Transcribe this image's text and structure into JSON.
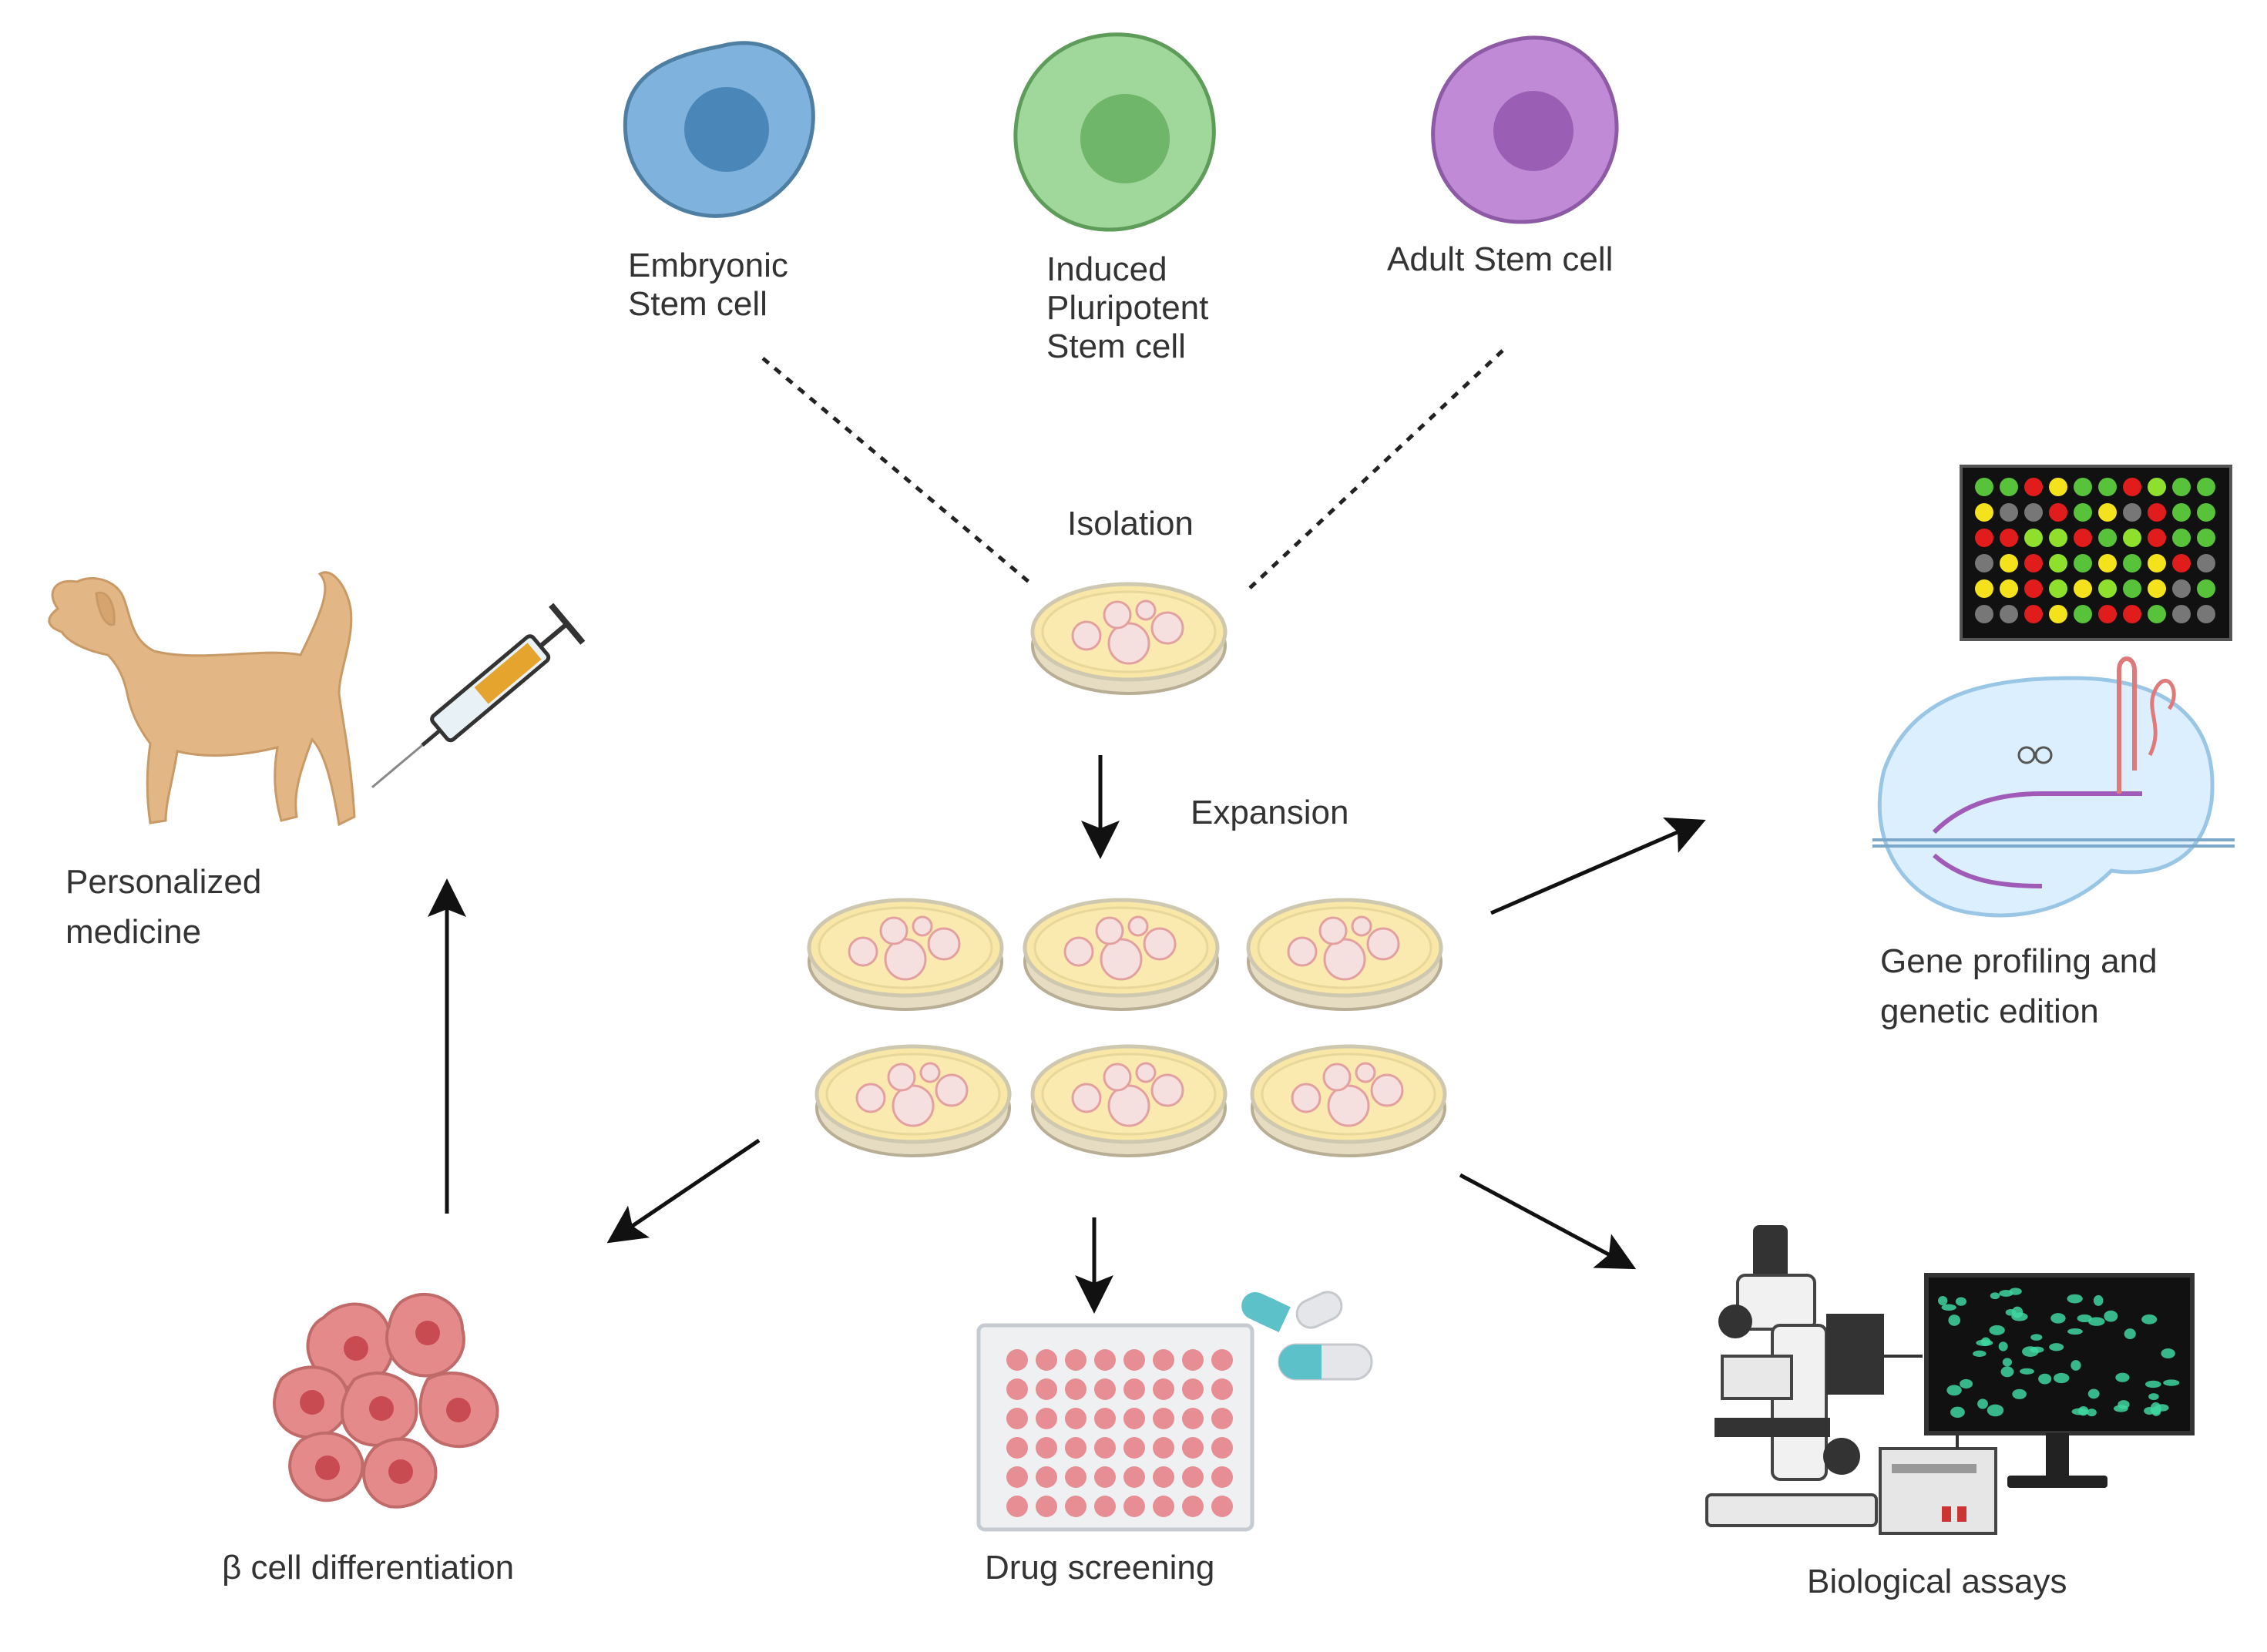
{
  "cells": {
    "embryonic": {
      "label_line1": "Embryonic",
      "label_line2": "Stem cell",
      "color": "#7fb2dc",
      "nucleus": "#4a86b8"
    },
    "ipsc": {
      "label_line1": "Induced",
      "label_line2": "Pluripotent",
      "label_line3": "Stem cell",
      "color": "#9fd89a",
      "nucleus": "#6fb56a"
    },
    "adult": {
      "label": "Adult Stem cell",
      "color": "#c08ad6",
      "nucleus": "#9a5fb4"
    }
  },
  "steps": {
    "isolation": "Isolation",
    "expansion": "Expansion"
  },
  "outcomes": {
    "personalized_line1": "Personalized",
    "personalized_line2": "medicine",
    "gene_line1": "Gene profiling and",
    "gene_line2": "genetic edition",
    "beta": "β cell differentiation",
    "drug": "Drug screening",
    "assays": "Biological assays"
  },
  "colors": {
    "dish_fill": "#f9e7a8",
    "dish_rim": "#cfc8b0",
    "organoid": "#f3d6d6",
    "beta_cell": "#e58a8a",
    "beta_nucleus": "#c94b52",
    "dog": "#e2b685",
    "well": "#e78d94"
  },
  "icons": [
    "embryonic-stem-cell-icon",
    "ipsc-icon",
    "adult-stem-cell-icon",
    "petri-dish-icon",
    "dog-icon",
    "syringe-icon",
    "microarray-icon",
    "crispr-icon",
    "beta-cell-cluster-icon",
    "well-plate-icon",
    "capsule-icon",
    "microscope-icon",
    "monitor-icon"
  ]
}
